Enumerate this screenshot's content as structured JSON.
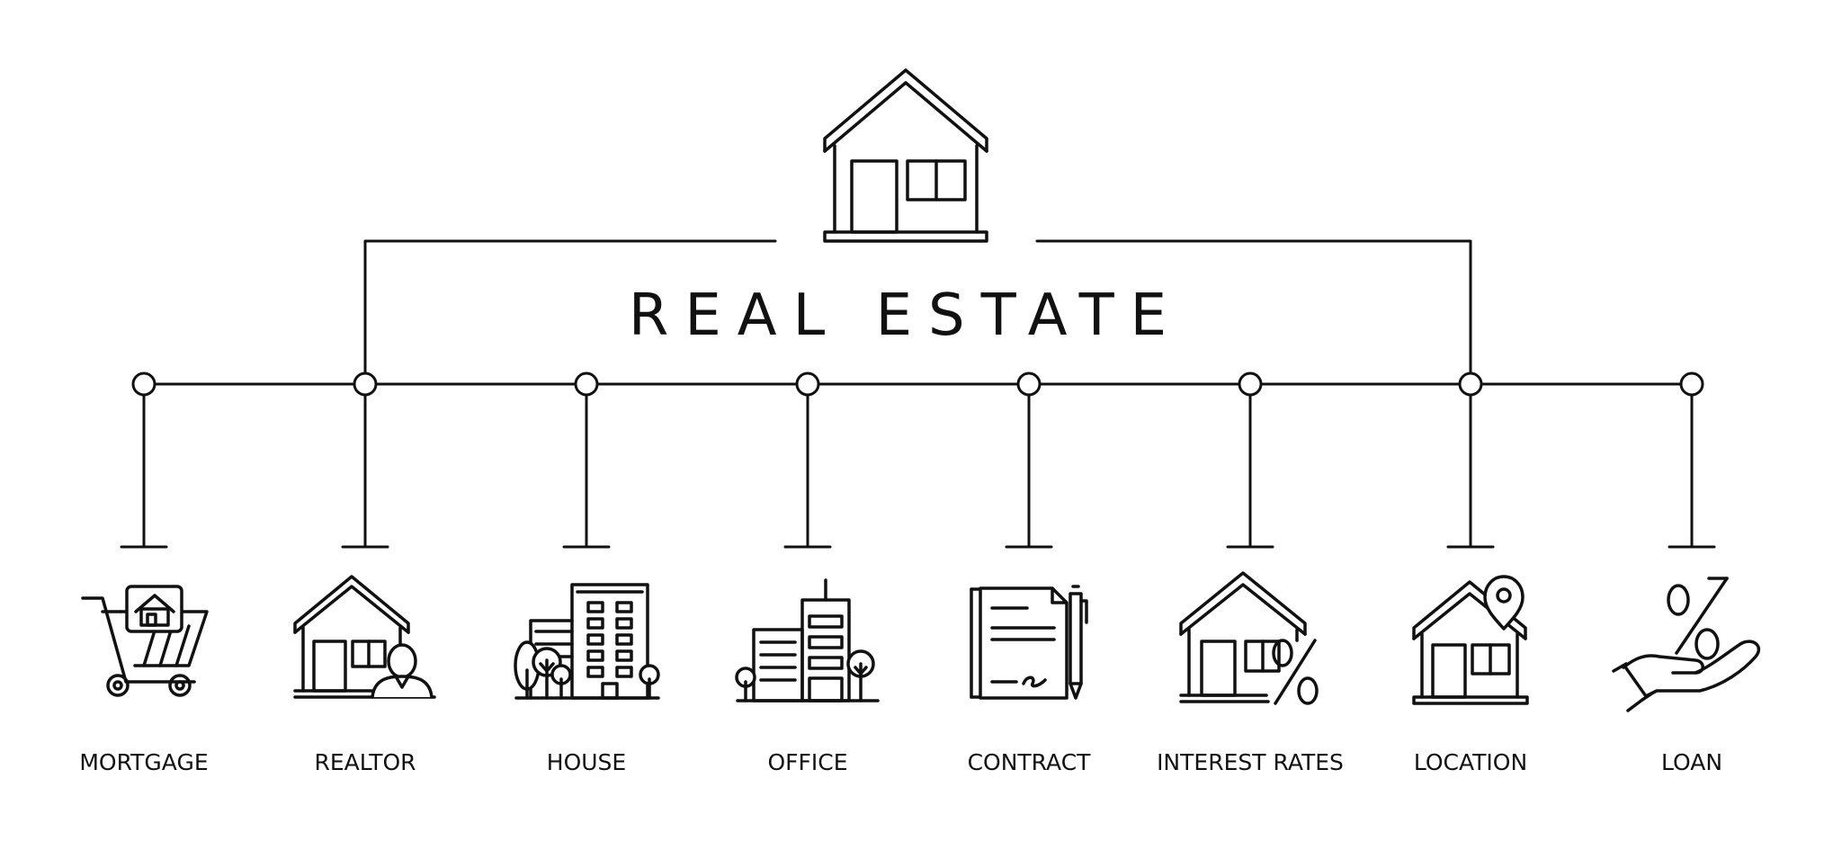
{
  "title": "REAL ESTATE",
  "colors": {
    "line": "#111111",
    "background": "#ffffff"
  },
  "items": [
    {
      "label": "MORTGAGE",
      "icon": "shopping-cart-house-icon"
    },
    {
      "label": "REALTOR",
      "icon": "house-agent-icon"
    },
    {
      "label": "HOUSE",
      "icon": "apartment-buildings-icon"
    },
    {
      "label": "OFFICE",
      "icon": "office-buildings-icon"
    },
    {
      "label": "CONTRACT",
      "icon": "contract-document-icon"
    },
    {
      "label": "INTEREST RATES",
      "icon": "house-percent-icon"
    },
    {
      "label": "LOCATION",
      "icon": "house-location-pin-icon"
    },
    {
      "label": "LOAN",
      "icon": "hand-percent-icon"
    }
  ]
}
